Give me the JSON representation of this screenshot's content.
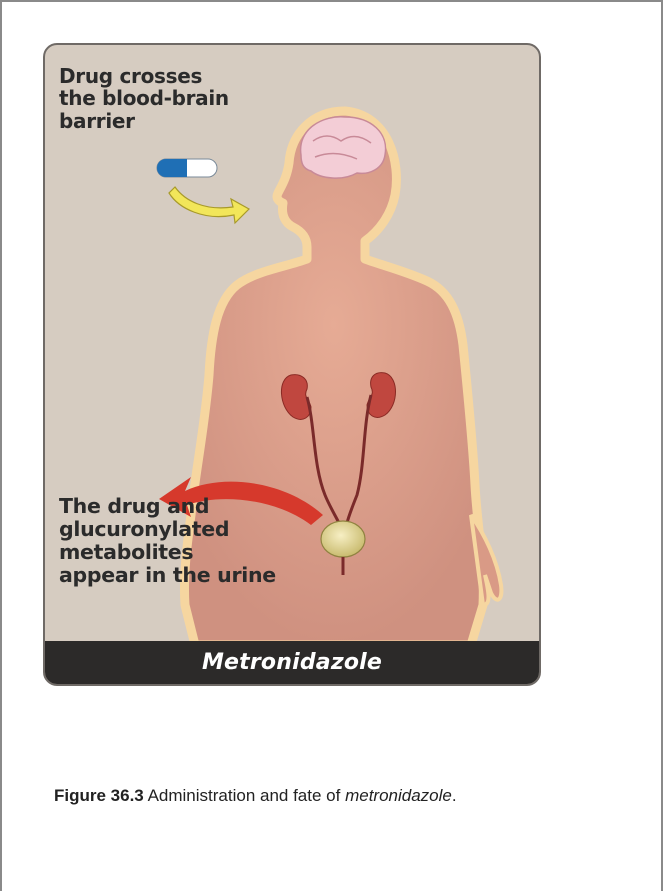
{
  "figure": {
    "top_label": [
      "Drug crosses",
      "the blood-brain",
      "barrier"
    ],
    "bottom_label": [
      "The drug and",
      "glucuronylated",
      "metabolites",
      "appear in the urine"
    ],
    "title": "Metronidazole"
  },
  "caption": {
    "number": "Figure 36.3",
    "text": "Administration and fate of",
    "drug": "metronidazole",
    "end": "."
  },
  "colors": {
    "panel_bg": "#d6ccc1",
    "body_glow": "#f6d6a0",
    "body": "#dba08c",
    "kidney": "#c0473f",
    "arrow_red": "#d6392c",
    "arrow_yellow": "#f2e65a",
    "brain": "#f3cdd6",
    "bladder": "#e3d89d",
    "capsule_blue": "#1f6fb5",
    "title_bar": "#2c2a29"
  }
}
